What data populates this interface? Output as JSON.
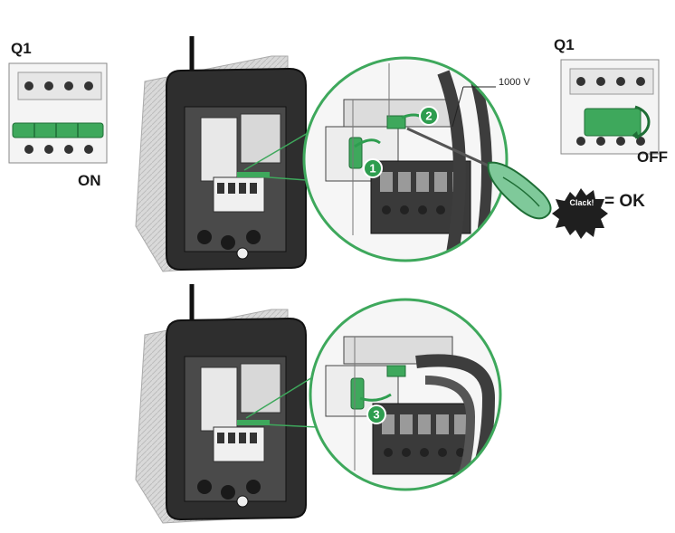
{
  "labels": {
    "breaker_name_left": "Q1",
    "breaker_state_left": "ON",
    "breaker_name_right": "Q1",
    "breaker_state_right": "OFF",
    "voltage": "1000 V",
    "clack": "Clack!",
    "ok_text": "= OK"
  },
  "steps": [
    "1",
    "2",
    "3"
  ],
  "colors": {
    "accent_green": "#2e9d4f",
    "light_green": "#b8e3c2",
    "housing_dark": "#2b2b2b",
    "wall_gray": "#c8c8c8"
  }
}
